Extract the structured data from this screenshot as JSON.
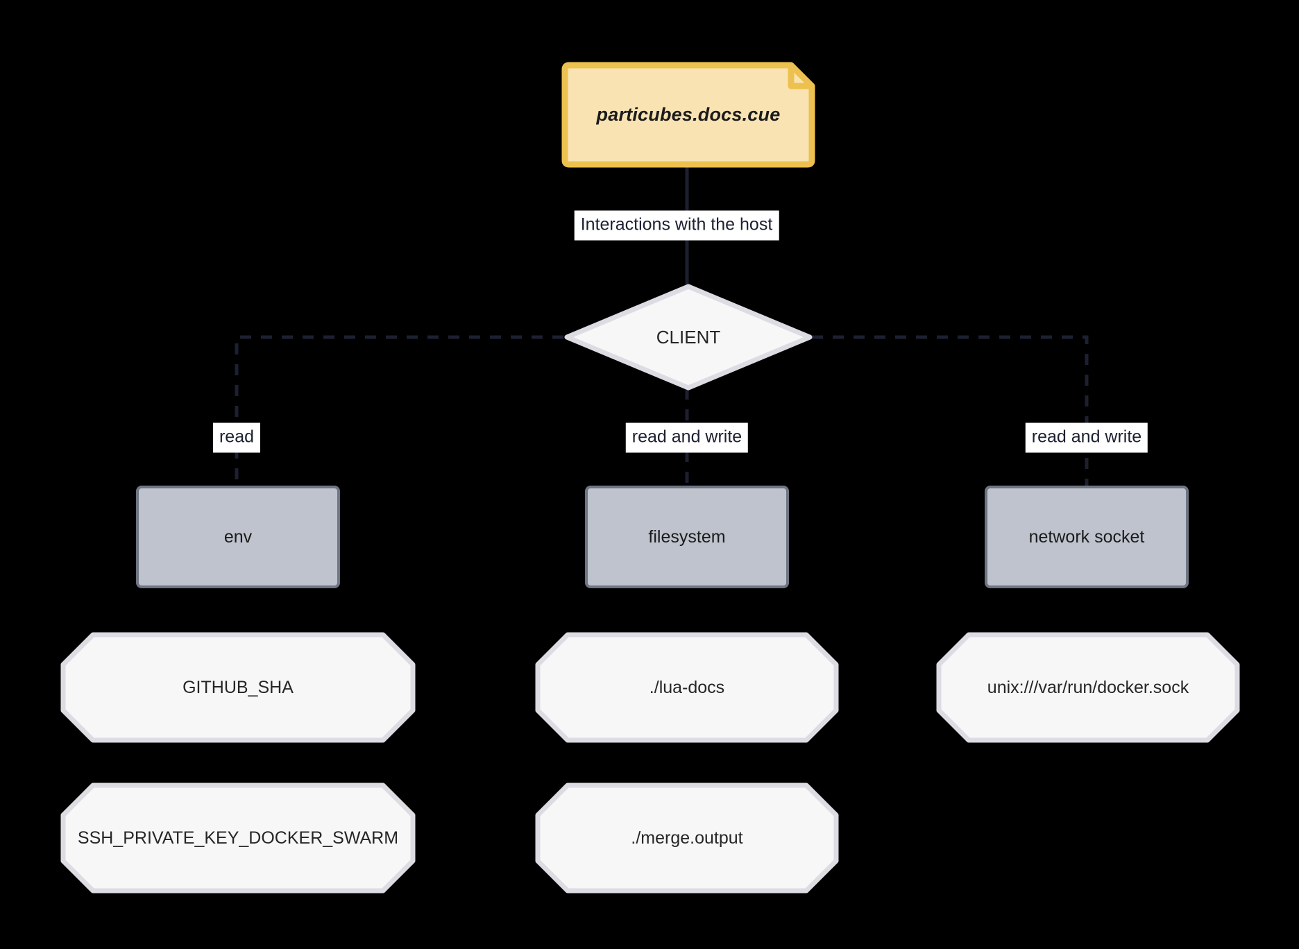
{
  "diagram": {
    "title_node": {
      "id": "note",
      "shape": "note",
      "label": "particubes.docs.cue",
      "fill": "#f9e3b3",
      "stroke": "#edc14f",
      "text_color": "#1b1b1b"
    },
    "decision_node": {
      "id": "client",
      "shape": "diamond",
      "label": "CLIENT",
      "fill": "#f7f7f8",
      "stroke": "#d9d9df",
      "text_color": "#262626"
    },
    "main_edge_label": "Interactions with the host",
    "branches": [
      {
        "id": "env-branch",
        "edge_label": "read",
        "resource": {
          "label": "env",
          "shape": "rect",
          "fill": "#bec3cd",
          "stroke": "#6f7582"
        },
        "values": [
          {
            "label": "GITHUB_SHA",
            "shape": "octagon"
          },
          {
            "label": "SSH_PRIVATE_KEY_DOCKER_SWARM",
            "shape": "octagon"
          }
        ]
      },
      {
        "id": "filesystem-branch",
        "edge_label": "read and write",
        "resource": {
          "label": "filesystem",
          "shape": "rect",
          "fill": "#bec3cd",
          "stroke": "#6f7582"
        },
        "values": [
          {
            "label": "./lua-docs",
            "shape": "octagon"
          },
          {
            "label": "./merge.output",
            "shape": "octagon"
          }
        ]
      },
      {
        "id": "network-branch",
        "edge_label": "read and write",
        "resource": {
          "label": "network socket",
          "shape": "rect",
          "fill": "#bec3cd",
          "stroke": "#6f7582"
        },
        "values": [
          {
            "label": "unix:///var/run/docker.sock",
            "shape": "octagon"
          }
        ]
      }
    ],
    "style": {
      "background": "#000000",
      "solid_edge_color": "#1c2030",
      "dashed_edge_color": "#1c2030",
      "octagon_fill": "#f7f7f8",
      "octagon_stroke": "#dcdce2",
      "label_background": "#ffffff"
    }
  }
}
